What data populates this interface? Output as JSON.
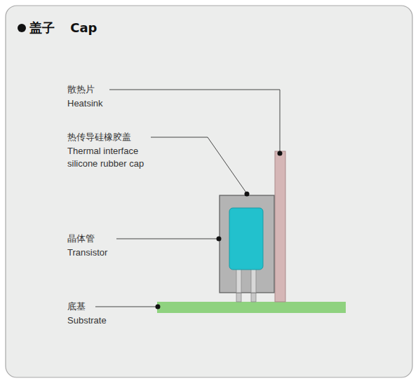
{
  "diagram": {
    "title": "盖子 Cap",
    "labels": [
      "散热片",
      "Heatsink",
      "热传导硅橡胶盖",
      "Thermal interface silicone rubber cap",
      "晶体管",
      "Transistor",
      "底基",
      "Substrate"
    ]
  }
}
